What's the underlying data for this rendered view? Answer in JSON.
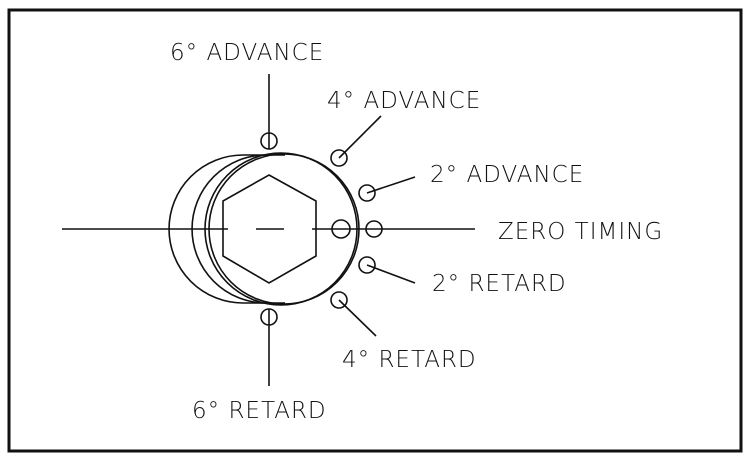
{
  "diagram": {
    "title": "Cam timing adjustment positions",
    "labels": {
      "adv6": "6° ADVANCE",
      "adv4": "4° ADVANCE",
      "adv2": "2° ADVANCE",
      "zero": "ZERO TIMING",
      "ret2": "2° RETARD",
      "ret4": "4° RETARD",
      "ret6": "6° RETARD"
    },
    "colors": {
      "line": "#111111",
      "background": "#ffffff"
    }
  }
}
